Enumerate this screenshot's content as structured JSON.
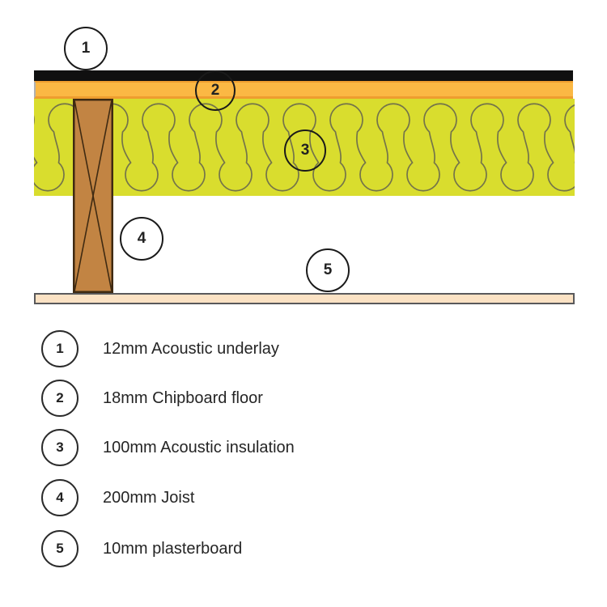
{
  "legend": {
    "items": [
      {
        "number": "1",
        "label": "12mm Acoustic underlay"
      },
      {
        "number": "2",
        "label": "18mm Chipboard floor"
      },
      {
        "number": "3",
        "label": "100mm Acoustic insulation"
      },
      {
        "number": "4",
        "label": "200mm Joist"
      },
      {
        "number": "5",
        "label": "10mm plasterboard"
      }
    ]
  },
  "colors": {
    "underlay": "#101010",
    "chipboard": "#fbb844",
    "chipboard_edge": "#ee9d2f",
    "insulation": "#d9dd2e",
    "insulation_line": "#74744a",
    "joist": "#c28443",
    "joist_outline": "#3f2a12",
    "plasterboard": "#fbe2c4",
    "plasterboard_edge": "#59595b"
  }
}
